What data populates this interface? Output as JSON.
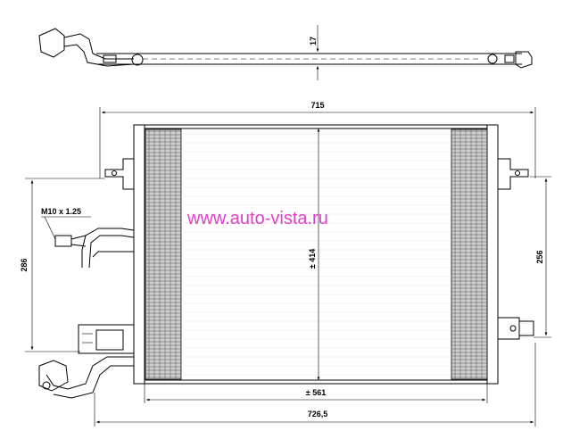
{
  "watermark": "www.auto-vista.ru",
  "dimensions": {
    "top_thickness": "17",
    "overall_width": "715",
    "core_height": "± 414",
    "core_width": "± 561",
    "total_width": "726,5",
    "left_mount_height": "286",
    "right_mount_height": "256"
  },
  "thread_label": "M10 x 1.25"
}
